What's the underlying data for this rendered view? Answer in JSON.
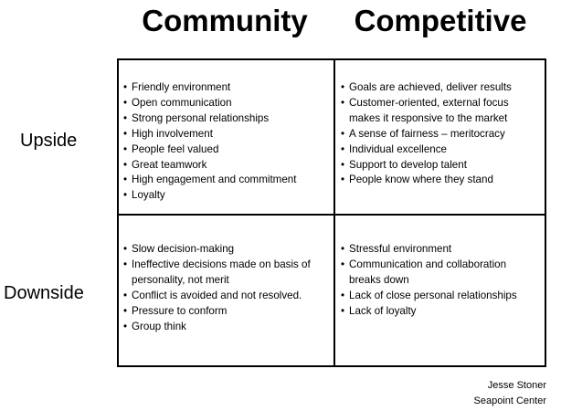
{
  "columns": {
    "community": "Community",
    "competitive": "Competitive"
  },
  "rows": {
    "upside": "Upside",
    "downside": "Downside"
  },
  "cells": {
    "community_upside": [
      "Friendly environment",
      "Open communication",
      "Strong personal relationships",
      "High involvement",
      "People feel valued",
      "Great teamwork",
      "High engagement and commitment",
      "Loyalty"
    ],
    "competitive_upside": [
      "Goals are achieved, deliver results",
      "Customer-oriented, external focus\nmakes it responsive to the market",
      "A sense of fairness – meritocracy",
      "Individual excellence",
      "Support to develop talent",
      "People know where they stand"
    ],
    "community_downside": [
      "Slow decision-making",
      "Ineffective decisions made on basis of\npersonality, not merit",
      "Conflict is avoided and not resolved.",
      "Pressure to conform",
      "Group think"
    ],
    "competitive_downside": [
      "Stressful environment",
      "Communication and collaboration\nbreaks down",
      "Lack of close personal relationships",
      "Lack of loyalty"
    ]
  },
  "credit": {
    "name": "Jesse Stoner",
    "organization": "Seapoint Center"
  }
}
